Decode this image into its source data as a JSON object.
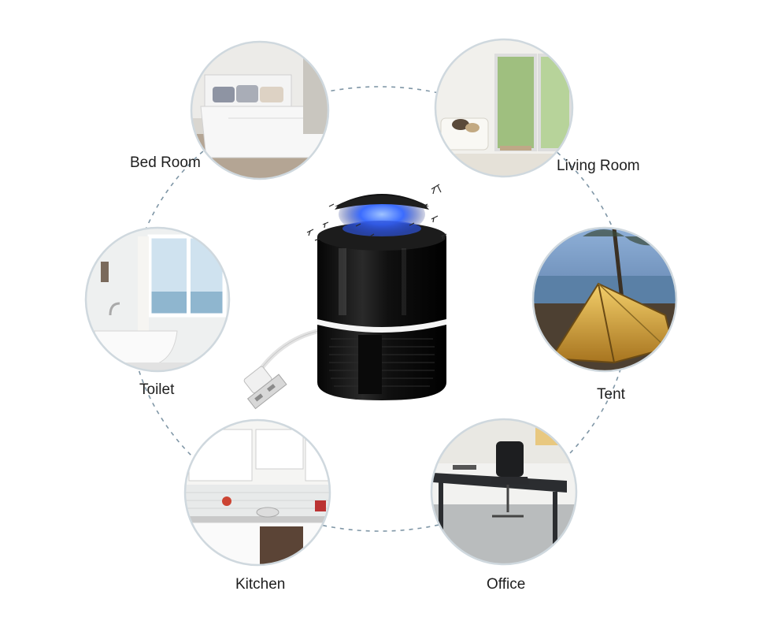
{
  "product": {
    "name": "mosquito-killer-lamp",
    "body_color": "#141414",
    "light_color": "#3b6cff"
  },
  "rooms": [
    {
      "id": "bedroom",
      "label": "Bed Room"
    },
    {
      "id": "living",
      "label": "Living Room"
    },
    {
      "id": "toilet",
      "label": "Toilet"
    },
    {
      "id": "tent",
      "label": "Tent"
    },
    {
      "id": "kitchen",
      "label": "Kitchen"
    },
    {
      "id": "office",
      "label": "Office"
    }
  ],
  "colors": {
    "dashed_ring": "#7f96a6",
    "circle_border": "#cfd8de"
  }
}
